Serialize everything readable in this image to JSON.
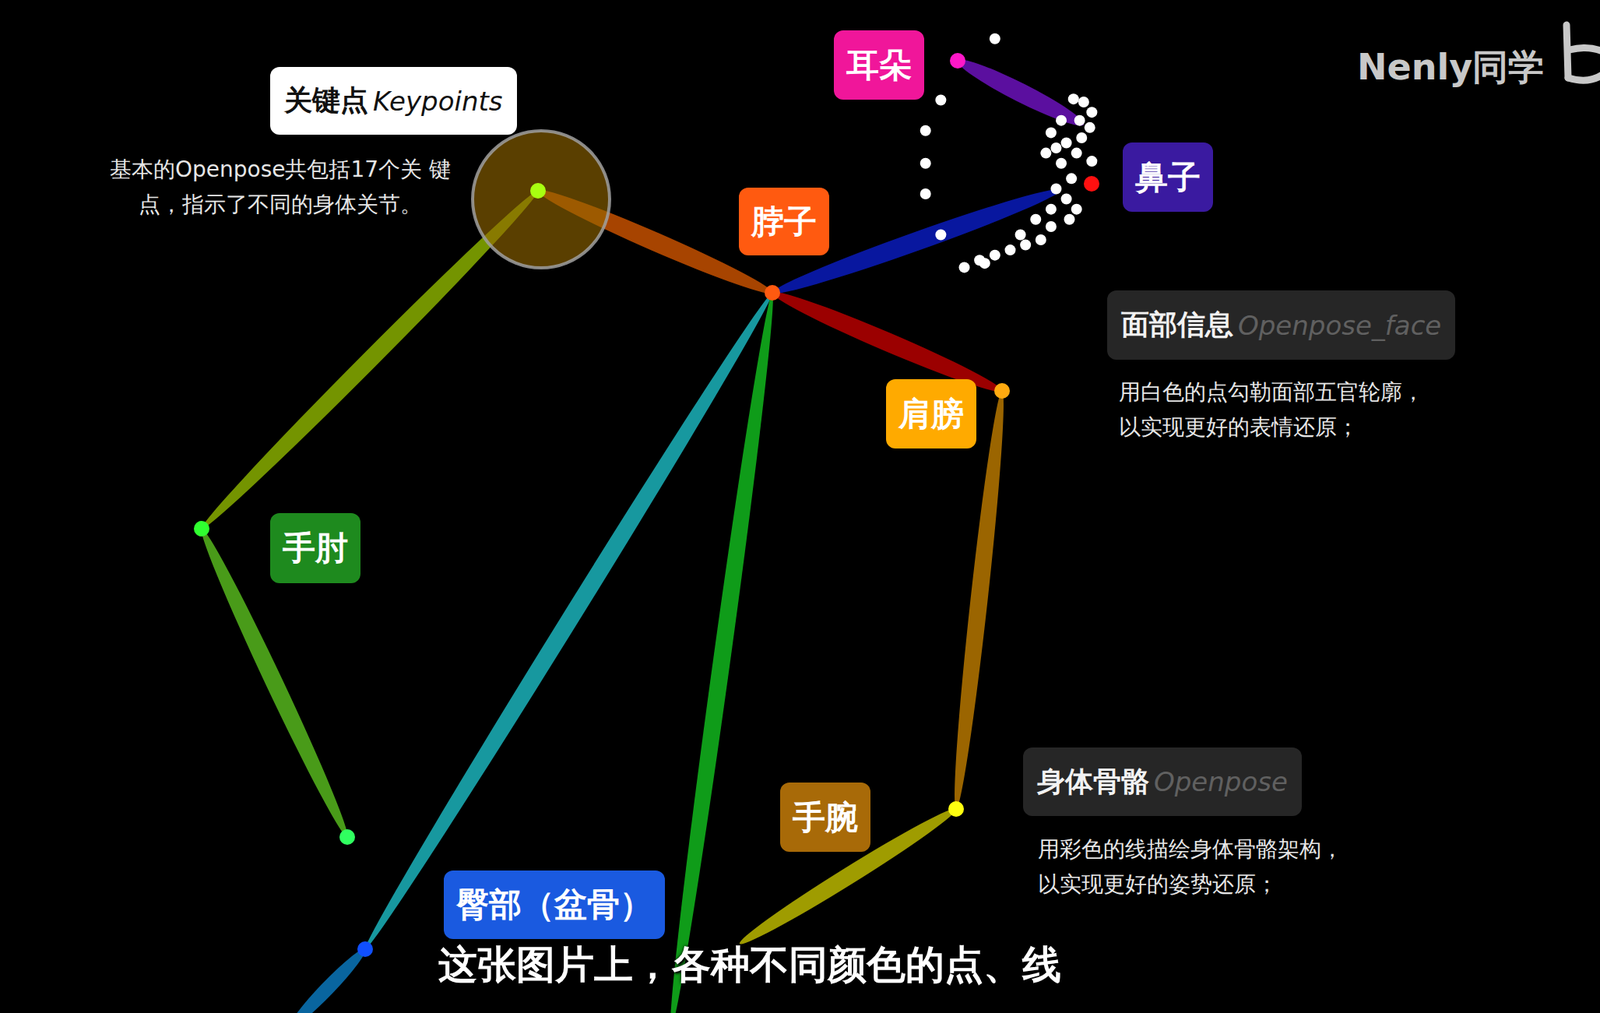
{
  "diagram": {
    "caption": "这张图片上，各种不同颜色的点、线",
    "nodes": [
      {
        "text": [
          "耳朵"
        ]
      },
      {
        "text": [
          "关键点",
          "Keypoints"
        ]
      },
      {
        "text": [
          "鼻子"
        ]
      },
      {
        "text": [
          "脖子"
        ]
      },
      {
        "text": [
          "面部信息",
          "Openpose_face"
        ]
      },
      {
        "text": [
          "肩膀"
        ]
      },
      {
        "text": [
          "手肘"
        ]
      },
      {
        "text": [
          "身体骨骼",
          "Openpose"
        ]
      },
      {
        "text": [
          "手腕"
        ]
      },
      {
        "text": [
          "臀部（盆骨）"
        ]
      }
    ],
    "edges": [],
    "labels": [
      "Nenly同学",
      "基本的Openpose共包括17个关 键点，指示了不同的身体关节。",
      "用白色的点勾勒面部五官轮廓， 以实现更好的表情还原；",
      "用彩色的线描绘身体骨骼架构， 以实现更好的姿势还原；"
    ]
  }
}
